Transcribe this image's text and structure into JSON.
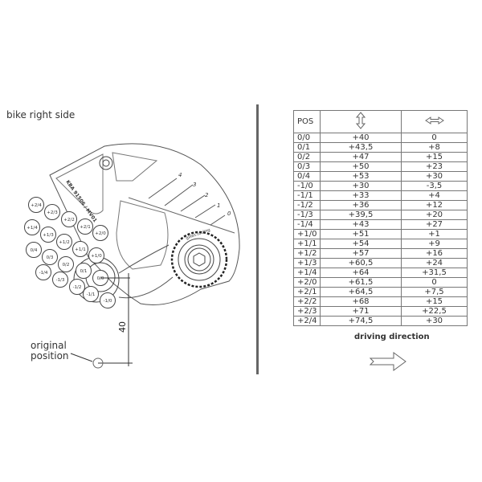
{
  "drawing": {
    "title": "bike right side",
    "original_position_line1": "original",
    "original_position_line2": "position",
    "dimension": "40",
    "part_number": "KBA 91506 / MV01",
    "brand_text": "gilles.tooling",
    "scale_marks": [
      "0",
      "1",
      "2",
      "3",
      "4"
    ],
    "positions": [
      "+2/4",
      "+2/3",
      "+2/2",
      "+2/1",
      "+2/0",
      "+1/4",
      "+1/3",
      "+1/2",
      "+1/1",
      "+1/0",
      "0/4",
      "0/3",
      "0/2",
      "0/1",
      "0/0",
      "-1/4",
      "-1/3",
      "-1/2",
      "-1/1",
      "-1/0"
    ]
  },
  "table": {
    "headers": {
      "pos": "POS",
      "vertical_icon": "up-down-arrow-icon",
      "horizontal_icon": "left-right-arrow-icon"
    },
    "rows": [
      {
        "pos": "0/0",
        "v": "+40",
        "h": "0"
      },
      {
        "pos": "0/1",
        "v": "+43,5",
        "h": "+8"
      },
      {
        "pos": "0/2",
        "v": "+47",
        "h": "+15"
      },
      {
        "pos": "0/3",
        "v": "+50",
        "h": "+23"
      },
      {
        "pos": "0/4",
        "v": "+53",
        "h": "+30"
      },
      {
        "pos": "-1/0",
        "v": "+30",
        "h": "-3,5"
      },
      {
        "pos": "-1/1",
        "v": "+33",
        "h": "+4"
      },
      {
        "pos": "-1/2",
        "v": "+36",
        "h": "+12"
      },
      {
        "pos": "-1/3",
        "v": "+39,5",
        "h": "+20"
      },
      {
        "pos": "-1/4",
        "v": "+43",
        "h": "+27"
      },
      {
        "pos": "+1/0",
        "v": "+51",
        "h": "+1"
      },
      {
        "pos": "+1/1",
        "v": "+54",
        "h": "+9"
      },
      {
        "pos": "+1/2",
        "v": "+57",
        "h": "+16"
      },
      {
        "pos": "+1/3",
        "v": "+60,5",
        "h": "+24"
      },
      {
        "pos": "+1/4",
        "v": "+64",
        "h": "+31,5"
      },
      {
        "pos": "+2/0",
        "v": "+61,5",
        "h": "0"
      },
      {
        "pos": "+2/1",
        "v": "+64,5",
        "h": "+7,5"
      },
      {
        "pos": "+2/2",
        "v": "+68",
        "h": "+15"
      },
      {
        "pos": "+2/3",
        "v": "+71",
        "h": "+22,5"
      },
      {
        "pos": "+2/4",
        "v": "+74,5",
        "h": "+30"
      }
    ]
  },
  "driving_direction": {
    "label": "driving direction",
    "icon": "right-arrow-icon"
  }
}
